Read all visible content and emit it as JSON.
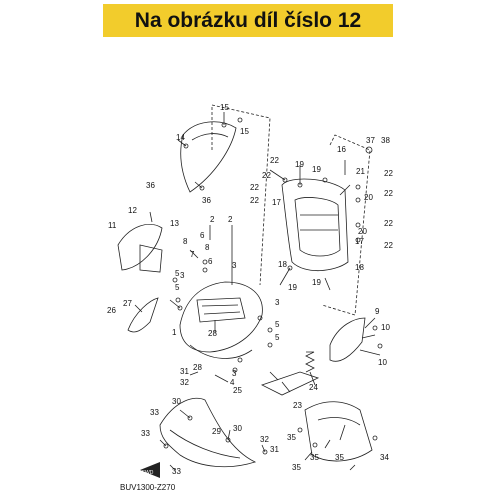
{
  "banner": {
    "title": "Na obrázku díl číslo 12",
    "color": "#f2cc2c"
  },
  "diagram": {
    "code": "BUV1300-Z270",
    "fwd_mark": "FWD",
    "callouts": [
      "1",
      "2",
      "3",
      "4",
      "5",
      "6",
      "7",
      "8",
      "9",
      "10",
      "11",
      "12",
      "13",
      "14",
      "15",
      "16",
      "17",
      "18",
      "19",
      "20",
      "21",
      "22",
      "23",
      "24",
      "25",
      "26",
      "27",
      "28",
      "29",
      "30",
      "31",
      "32",
      "33",
      "34",
      "35",
      "36",
      "37",
      "38"
    ]
  }
}
